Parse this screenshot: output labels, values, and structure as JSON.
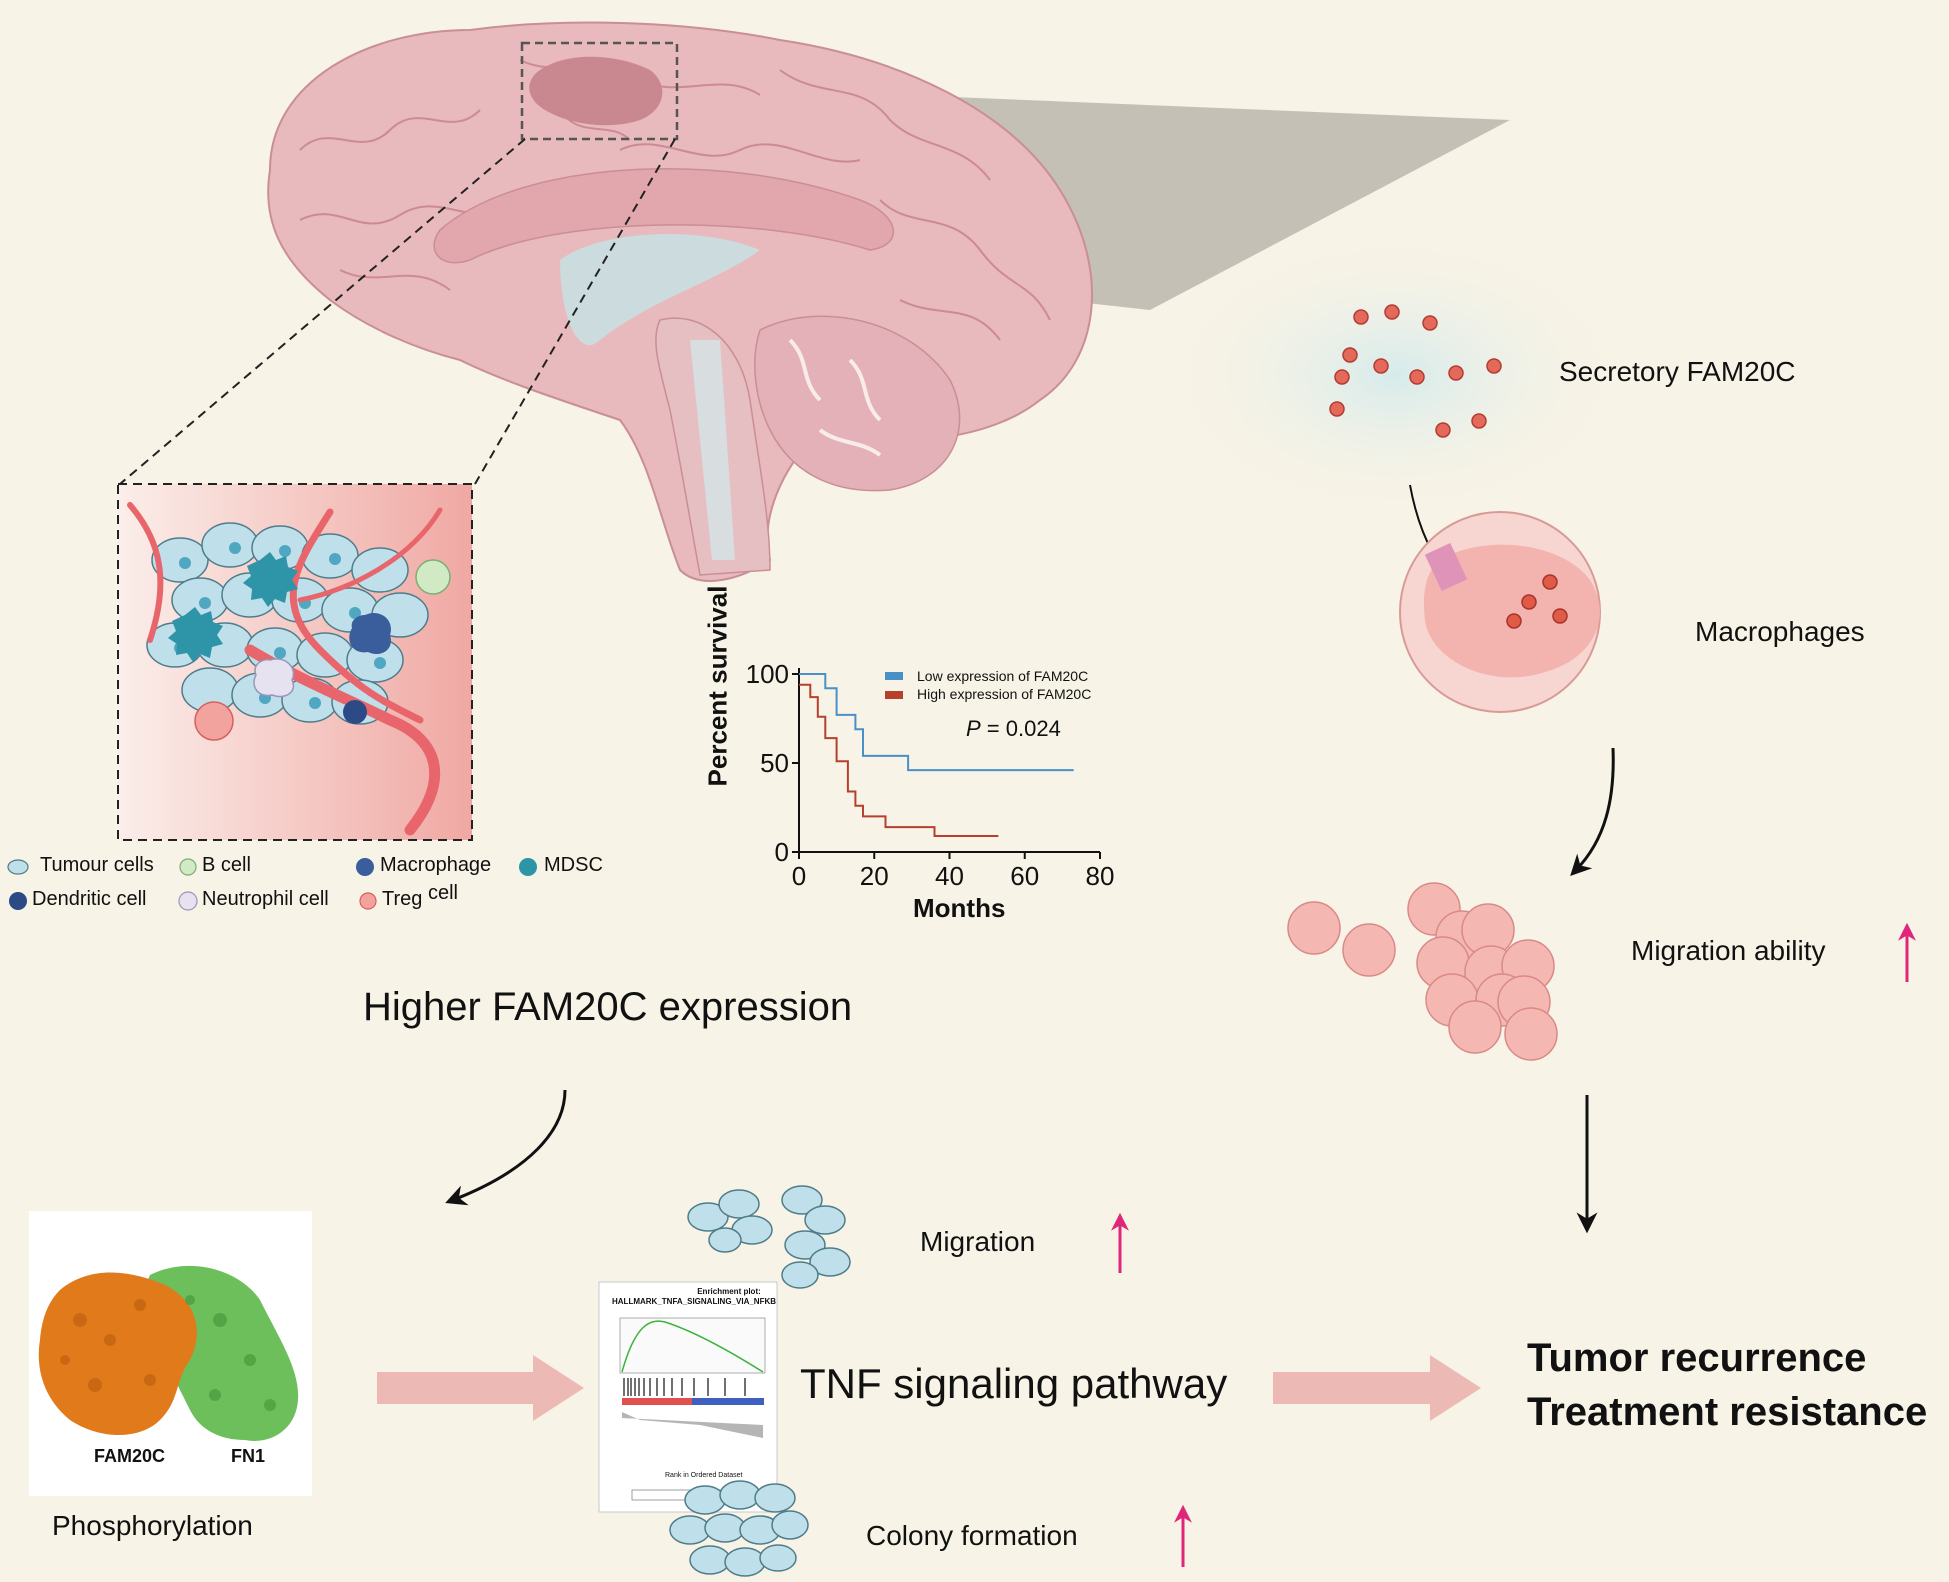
{
  "legend": {
    "tumour": "Tumour cells",
    "bcell": "B cell",
    "macrophage": "Macrophage",
    "mdsc": "MDSC",
    "dendritic": "Dendritic cell",
    "neutrophil": "Neutrophil cell",
    "treg_main": "Treg",
    "treg_suffix": " cell"
  },
  "chart_data": {
    "type": "line",
    "ylabel": "Percent survival",
    "xlabel": "Months",
    "xlim": [
      0,
      80
    ],
    "ylim": [
      0,
      100
    ],
    "x_ticks": [
      "0",
      "20",
      "40",
      "60",
      "80"
    ],
    "y_ticks": [
      "0",
      "50",
      "100"
    ],
    "p_label": "P",
    "p_value": " = 0.024",
    "series": [
      {
        "name": "Low expression of FAM20C",
        "color": "#4a90c8",
        "x": [
          0,
          7,
          7,
          10,
          10,
          15,
          15,
          17,
          17,
          19,
          19,
          29,
          29,
          73
        ],
        "y": [
          100,
          100,
          92,
          92,
          77,
          77,
          69,
          69,
          54,
          54,
          54,
          54,
          46,
          46
        ]
      },
      {
        "name": "High expression of FAM20C",
        "color": "#b5402e",
        "x": [
          0,
          3,
          3,
          5,
          5,
          7,
          7,
          10,
          10,
          13,
          13,
          15,
          15,
          17,
          17,
          23,
          23,
          36,
          36,
          53
        ],
        "y": [
          94,
          94,
          87,
          87,
          76,
          76,
          64,
          64,
          51,
          51,
          34,
          34,
          26,
          26,
          20,
          20,
          14,
          14,
          9,
          9
        ]
      }
    ]
  },
  "labels": {
    "secretory": "Secretory FAM20C",
    "macrophages": "Macrophages",
    "migration_ability": "Migration ability",
    "higher_expr": "Higher FAM20C expression",
    "fam20c": "FAM20C",
    "fn1": "FN1",
    "phosphorylation": "Phosphorylation",
    "migration": "Migration",
    "colony": "Colony formation",
    "tnf": "TNF signaling pathway",
    "tumor_recurrence": "Tumor recurrence",
    "treatment_resistance": "Treatment resistance",
    "enrichment_title": "Enrichment plot:",
    "enrichment_subtitle": "HALLMARK_TNFA_SIGNALING_VIA_NFKB",
    "enrichment_xlabel": "Rank in Ordered Dataset"
  },
  "colors": {
    "background": "#f7f3e6",
    "brain": "#e8b9bd",
    "up_arrow": "#e0267a",
    "flow_arrow": "#edb9b4",
    "fam20c_protein": "#e07a1a",
    "fn1_protein": "#6cbf5a"
  }
}
